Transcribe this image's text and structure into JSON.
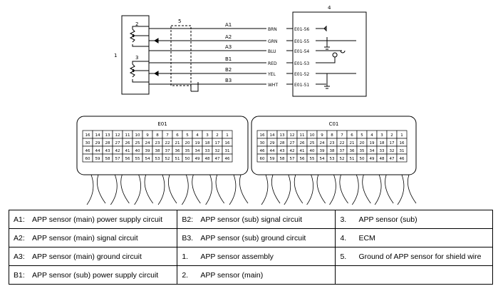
{
  "wiring": {
    "callouts": {
      "sensor_assembly": "1",
      "sensor_main": "2",
      "sensor_sub": "3",
      "ecm": "4",
      "shield_ground": "5"
    },
    "circuits": [
      {
        "id": "A1",
        "color": "BRN",
        "pin": "E01-56"
      },
      {
        "id": "A2",
        "color": "GRN",
        "pin": "E01-55"
      },
      {
        "id": "A3",
        "color": "BLU",
        "pin": "E01-54"
      },
      {
        "id": "B1",
        "color": "RED",
        "pin": "E01-53"
      },
      {
        "id": "B2",
        "color": "YEL",
        "pin": "E01-52"
      },
      {
        "id": "B3",
        "color": "WHT",
        "pin": "E01-51"
      }
    ]
  },
  "connectors": [
    {
      "label": "E01",
      "rows": [
        [
          "16",
          "14",
          "13",
          "12",
          "11",
          "10",
          "9",
          "8",
          "7",
          "6",
          "5",
          "4",
          "3",
          "2",
          "1"
        ],
        [
          "30",
          "29",
          "28",
          "27",
          "26",
          "25",
          "24",
          "23",
          "22",
          "21",
          "20",
          "19",
          "18",
          "17",
          "16"
        ],
        [
          "46",
          "44",
          "43",
          "42",
          "41",
          "40",
          "39",
          "38",
          "37",
          "36",
          "35",
          "34",
          "33",
          "32",
          "31"
        ],
        [
          "60",
          "59",
          "58",
          "57",
          "56",
          "55",
          "54",
          "53",
          "52",
          "51",
          "50",
          "49",
          "48",
          "47",
          "46"
        ]
      ]
    },
    {
      "label": "C01",
      "rows": [
        [
          "16",
          "14",
          "13",
          "12",
          "11",
          "10",
          "9",
          "8",
          "7",
          "6",
          "5",
          "4",
          "3",
          "2",
          "1"
        ],
        [
          "30",
          "29",
          "28",
          "27",
          "26",
          "25",
          "24",
          "23",
          "22",
          "21",
          "20",
          "19",
          "18",
          "17",
          "16"
        ],
        [
          "46",
          "44",
          "43",
          "42",
          "41",
          "40",
          "39",
          "38",
          "37",
          "36",
          "35",
          "34",
          "33",
          "32",
          "31"
        ],
        [
          "60",
          "59",
          "58",
          "57",
          "56",
          "55",
          "54",
          "53",
          "52",
          "51",
          "50",
          "49",
          "48",
          "47",
          "46"
        ]
      ]
    }
  ],
  "legend": [
    [
      {
        "key": "A1:",
        "text": "APP sensor (main) power supply circuit"
      },
      {
        "key": "B2:",
        "text": "APP sensor (sub) signal circuit"
      },
      {
        "key": "3.",
        "text": "APP sensor (sub)"
      }
    ],
    [
      {
        "key": "A2:",
        "text": "APP sensor (main) signal circuit"
      },
      {
        "key": "B3.",
        "text": "APP sensor (sub) ground circuit"
      },
      {
        "key": "4.",
        "text": "ECM"
      }
    ],
    [
      {
        "key": "A3:",
        "text": "APP sensor (main) ground circuit"
      },
      {
        "key": "1.",
        "text": "APP sensor assembly"
      },
      {
        "key": "5.",
        "text": "Ground of APP sensor for shield wire"
      }
    ],
    [
      {
        "key": "B1:",
        "text": "APP sensor (sub) power supply circuit"
      },
      {
        "key": "2.",
        "text": "APP sensor (main)"
      },
      {
        "key": "",
        "text": ""
      }
    ]
  ]
}
